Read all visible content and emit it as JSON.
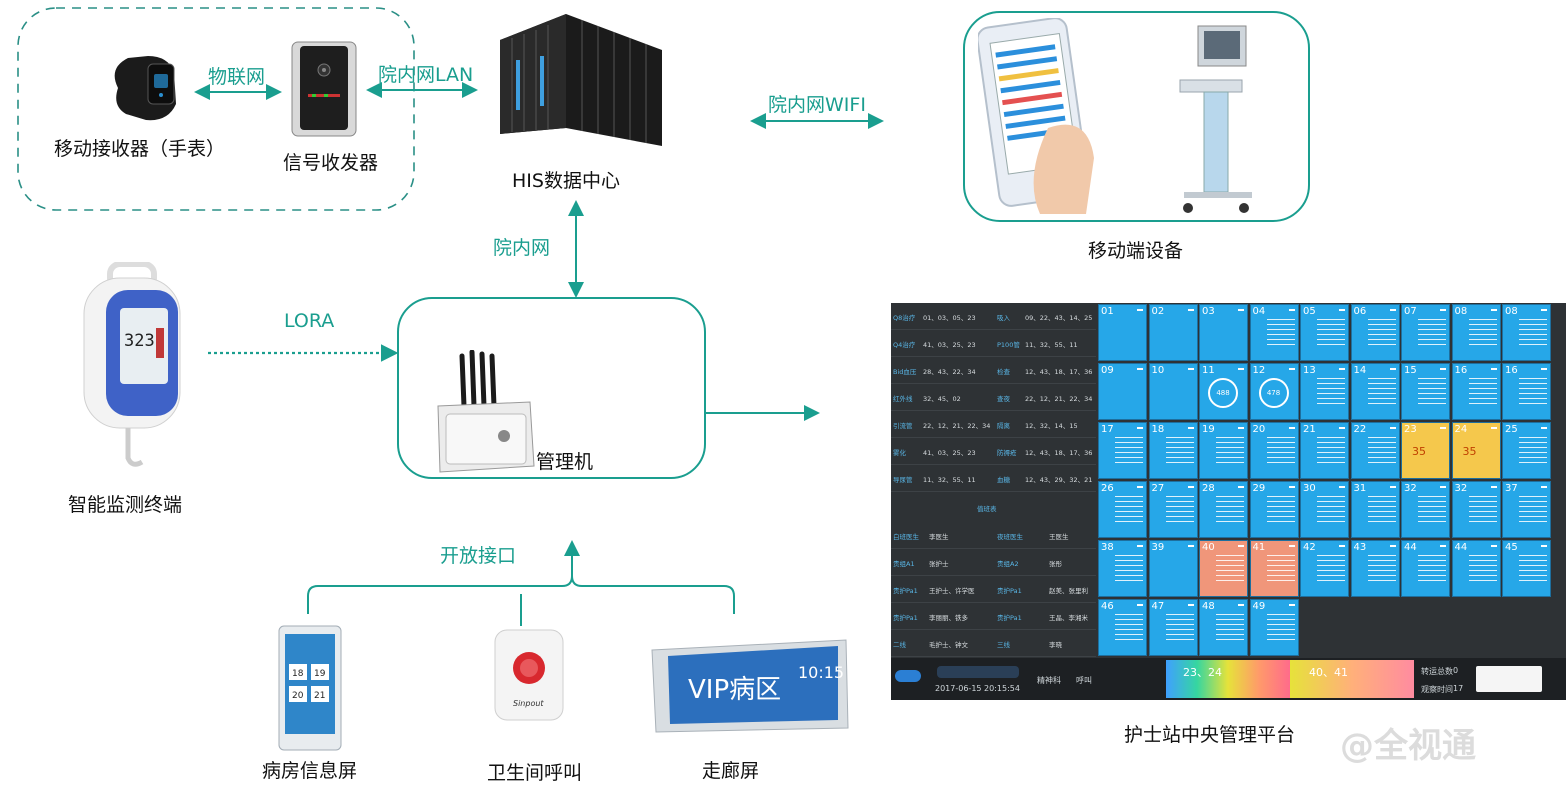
{
  "nodes": {
    "watch": "移动接收器（手表）",
    "transceiver": "信号收发器",
    "his": "HIS数据中心",
    "mobile": "移动端设备",
    "monitor": "智能监测终端",
    "manager": "管理机",
    "room_screen": "病房信息屏",
    "toilet_call": "卫生间呼叫",
    "corridor_screen": "走廊屏",
    "nurse_platform": "护士站中央管理平台"
  },
  "links": {
    "iot": "物联网",
    "lan": "院内网LAN",
    "wifi": "院内网WIFI",
    "intranet": "院内网",
    "lora": "LORA",
    "open_api": "开放接口"
  },
  "devices": {
    "monitor_reading": "323",
    "corridor_title": "VIP病区",
    "corridor_time": "10:15",
    "room_numbers": [
      "18",
      "19",
      "20",
      "21"
    ]
  },
  "panel": {
    "left_rows": [
      [
        "Q8治疗",
        "01、03、05、23",
        "吸入",
        "09、22、43、14、25"
      ],
      [
        "Q4治疗",
        "41、03、25、23",
        "P100管",
        "11、32、55、11"
      ],
      [
        "Bid血压",
        "28、43、22、34",
        "检查",
        "12、43、18、17、36"
      ],
      [
        "红外线",
        "32、45、02",
        "查夜",
        "22、12、21、22、34"
      ],
      [
        "引流管",
        "22、12、21、22、34",
        "隔离",
        "12、32、14、15"
      ],
      [
        "雾化",
        "41、03、25、23",
        "防褥疮",
        "12、43、18、17、36"
      ],
      [
        "导尿管",
        "11、32、55、11",
        "血糖",
        "12、43、29、32、21"
      ]
    ],
    "duty_title": "值班表",
    "duty_rows": [
      [
        "白班医生",
        "李医生",
        "夜班医生",
        "王医生"
      ],
      [
        "责组A1",
        "张护士",
        "责组A2",
        "张彤"
      ],
      [
        "责护Pa1",
        "王护士、许学医",
        "责护Pa1",
        "赵美、张里利"
      ],
      [
        "责护Pa1",
        "李丽丽、铁多",
        "责护Pa1",
        "王晶、李湘米"
      ],
      [
        "二线",
        "毛护士、钟文",
        "三线",
        "李晓"
      ]
    ],
    "beds": [
      "01",
      "02",
      "03",
      "04",
      "05",
      "06",
      "07",
      "08",
      "08",
      "09",
      "10",
      "11",
      "12",
      "13",
      "14",
      "15",
      "16",
      "16",
      "17",
      "18",
      "19",
      "20",
      "21",
      "22",
      "23",
      "24",
      "25",
      "26",
      "27",
      "28",
      "29",
      "30",
      "31",
      "32",
      "32",
      "37",
      "38",
      "39",
      "40",
      "41",
      "42",
      "43",
      "44",
      "44",
      "45",
      "46",
      "47",
      "48",
      "49"
    ],
    "ring_values": [
      "488",
      "478"
    ],
    "yellow_value": "35",
    "footer_date": "2017-06-15 20:15:54",
    "footer_dept": "精神科",
    "footer_call": "呼叫",
    "footer_beds_a": "23、24",
    "footer_beds_b": "40、41",
    "footer_label_a": "转运总数",
    "footer_value_a": "0",
    "footer_label_b": "观察时间",
    "footer_value_b": "17"
  },
  "watermark": "@全视通"
}
